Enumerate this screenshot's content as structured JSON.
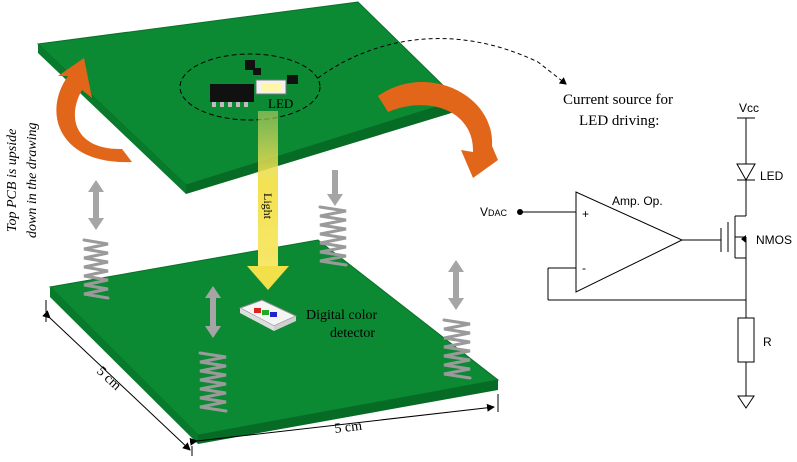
{
  "labels": {
    "top_pcb_note_line1": "Top PCB is upside",
    "top_pcb_note_line2": "down in the drawing",
    "led_on_board": "LED",
    "light": "Light",
    "detector_line1": "Digital color",
    "detector_line2": "detector",
    "dim_left": "5 cm",
    "dim_bottom": "5 cm"
  },
  "circuit": {
    "title_line1": "Current source for",
    "title_line2": "LED driving:",
    "vcc": "Vcc",
    "led": "LED",
    "vdac_main": "V",
    "vdac_sub": "DAC",
    "opamp": "Amp. Op.",
    "plus": "+",
    "minus": "-",
    "nmos": "NMOS",
    "resistor": "R"
  },
  "colors": {
    "pcb": "#0b8a33",
    "pcb_side": "#066b25",
    "arrow_orange": "#e2661a",
    "light_beam": "#f5e24a",
    "spring": "#9a9a9a",
    "gray_arrow": "#a5a5a5"
  }
}
